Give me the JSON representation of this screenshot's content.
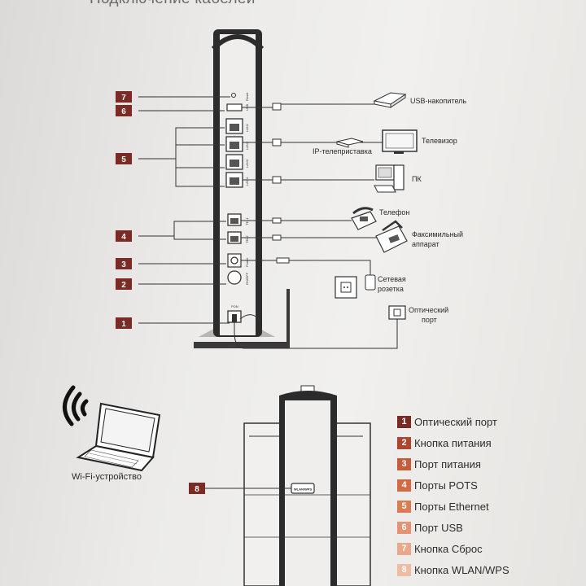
{
  "title": "Подключение кабелей",
  "callouts": [
    "1",
    "2",
    "3",
    "4",
    "5",
    "6",
    "7",
    "8"
  ],
  "port_labels": {
    "reset": "Reset",
    "usb": "USB",
    "lan1": "LAN1",
    "lan2": "LAN2",
    "lan3": "LAN3",
    "lan4": "LAN4",
    "tel1": "TEL1",
    "tel2": "TEL2",
    "power": "Power",
    "onoff": "ON/OFF",
    "pon": "PON",
    "wlan_wps": "WLAN/WPS"
  },
  "devices": {
    "usb_storage": "USB-накопитель",
    "iptv_box": "IP-телеприставка",
    "tv": "Телевизор",
    "pc": "ПК",
    "phone": "Телефон",
    "fax_line1": "Факсимильный",
    "fax_line2": "аппарат",
    "socket_line1": "Сетевая",
    "socket_line2": "розетка",
    "optical_line1": "Оптический",
    "optical_line2": "порт",
    "wifi_device": "Wi-Fi-устройство"
  },
  "legend": [
    {
      "num": "1",
      "label": "Оптический порт",
      "color": "#7a2a22"
    },
    {
      "num": "2",
      "label": "Кнопка питания",
      "color": "#b0452e"
    },
    {
      "num": "3",
      "label": "Порт питания",
      "color": "#c85c3a"
    },
    {
      "num": "4",
      "label": "Порты POTS",
      "color": "#d46a45"
    },
    {
      "num": "5",
      "label": "Порты Ethernet",
      "color": "#dc7a52"
    },
    {
      "num": "6",
      "label": "Порт USB",
      "color": "#e59372"
    },
    {
      "num": "7",
      "label": "Кнопка Сброс",
      "color": "#eba78a"
    },
    {
      "num": "8",
      "label": "Кнопка WLAN/WPS",
      "color": "#f0bba3"
    }
  ],
  "colors": {
    "callout": "#7b2a24",
    "line": "#333333",
    "device": "#2b2b2b"
  }
}
